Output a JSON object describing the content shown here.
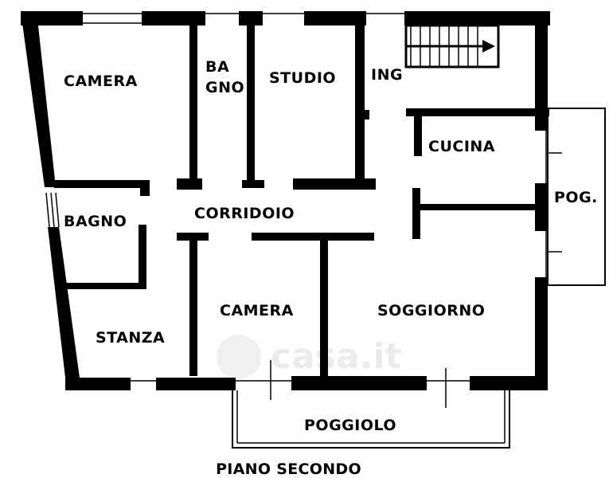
{
  "plan": {
    "rooms": {
      "camera_top": "CAMERA",
      "bagno_top_line1": "BA",
      "bagno_top_line2": "GNO",
      "studio": "STUDIO",
      "ingresso": "ING",
      "cucina": "CUCINA",
      "poggiolo_side": "POG.",
      "bagno_left": "BAGNO",
      "corridoio": "CORRIDOIO",
      "camera_bottom": "CAMERA",
      "soggiorno": "SOGGIORNO",
      "stanza": "STANZA",
      "poggiolo_bottom": "POGGIOLO"
    },
    "watermark": "casa.it",
    "floor_title": "PIANO SECONDO"
  }
}
